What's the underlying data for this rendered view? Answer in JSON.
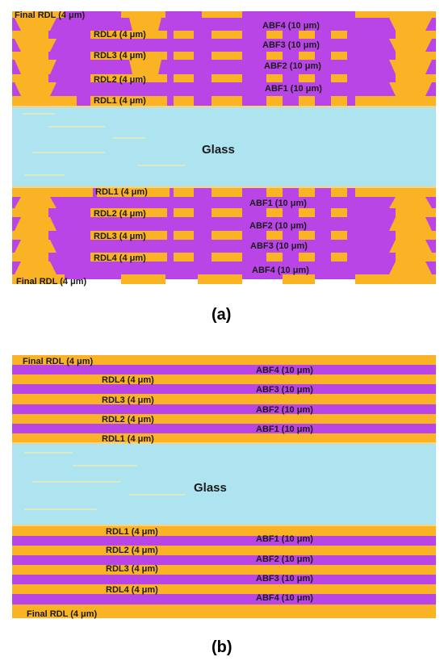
{
  "colors": {
    "copper": "#f9b324",
    "abf": "#b945e6",
    "glass": "#aee4f0",
    "glass_edge": "#f9d27a",
    "via": "#d8a24a",
    "ink": "#1a1a1a"
  },
  "panel_a": {
    "caption": "(a)",
    "glass_label": "Glass",
    "top": {
      "final_rdl": "Final RDL (4 μm)",
      "rdl_labels": [
        "RDL4 (4 μm)",
        "RDL3 (4 μm)",
        "RDL2 (4 μm)",
        "RDL1 (4 μm)"
      ],
      "abf_labels": [
        "ABF4 (10 μm)",
        "ABF3 (10 μm)",
        "ABF2 (10 μm)",
        "ABF1 (10 μm)"
      ]
    },
    "bottom": {
      "rdl_labels": [
        "RDL1 (4 μm)",
        "RDL2 (4 μm)",
        "RDL3 (4 μm)",
        "RDL4 (4 μm)"
      ],
      "abf_labels": [
        "ABF1 (10 μm)",
        "ABF2 (10 μm)",
        "ABF3 (10 μm)",
        "ABF4 (10 μm)"
      ],
      "final_rdl": "Final RDL (4 μm)"
    }
  },
  "panel_b": {
    "caption": "(b)",
    "glass_label": "Glass",
    "top": {
      "final_rdl": "Final RDL (4 μm)",
      "rdl_labels": [
        "RDL4 (4 μm)",
        "RDL3 (4 μm)",
        "RDL2 (4 μm)",
        "RDL1 (4 μm)"
      ],
      "abf_labels": [
        "ABF4 (10 μm)",
        "ABF3 (10 μm)",
        "ABF2 (10 μm)",
        "ABF1 (10 μm)"
      ]
    },
    "bottom": {
      "rdl_labels": [
        "RDL1 (4 μm)",
        "RDL2 (4 μm)",
        "RDL3 (4 μm)",
        "RDL4 (4 μm)"
      ],
      "abf_labels": [
        "ABF1 (10 μm)",
        "ABF2 (10 μm)",
        "ABF3 (10 μm)",
        "ABF4 (10 μm)"
      ],
      "final_rdl": "Final RDL (4 μm)"
    }
  }
}
